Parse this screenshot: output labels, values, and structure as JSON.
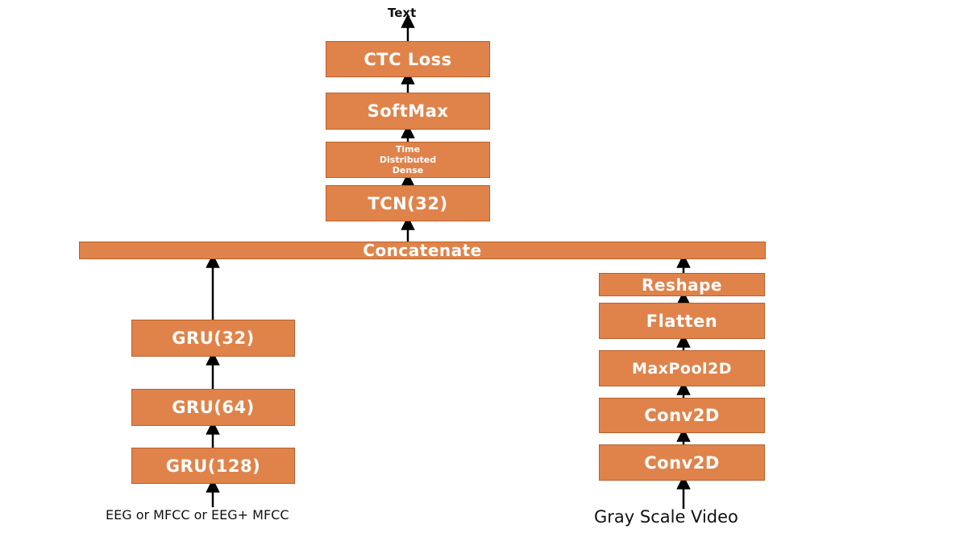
{
  "output_label": "Text",
  "top_stack": {
    "ctc_loss": "CTC Loss",
    "softmax": "SoftMax",
    "time_distributed_dense": "Time Distributed Dense",
    "tcn": "TCN(32)"
  },
  "concatenate": "Concatenate",
  "left_branch": {
    "gru_32": "GRU(32)",
    "gru_64": "GRU(64)",
    "gru_128": "GRU(128)",
    "input_label": "EEG or MFCC or EEG+ MFCC"
  },
  "right_branch": {
    "reshape": "Reshape",
    "flatten": "Flatten",
    "maxpool": "MaxPool2D",
    "conv2d_top": "Conv2D",
    "conv2d_bottom": "Conv2D",
    "input_label": "Gray Scale Video"
  },
  "colors": {
    "box_fill": "#E0834A",
    "box_border": "#B8612C",
    "arrow": "#000000"
  }
}
